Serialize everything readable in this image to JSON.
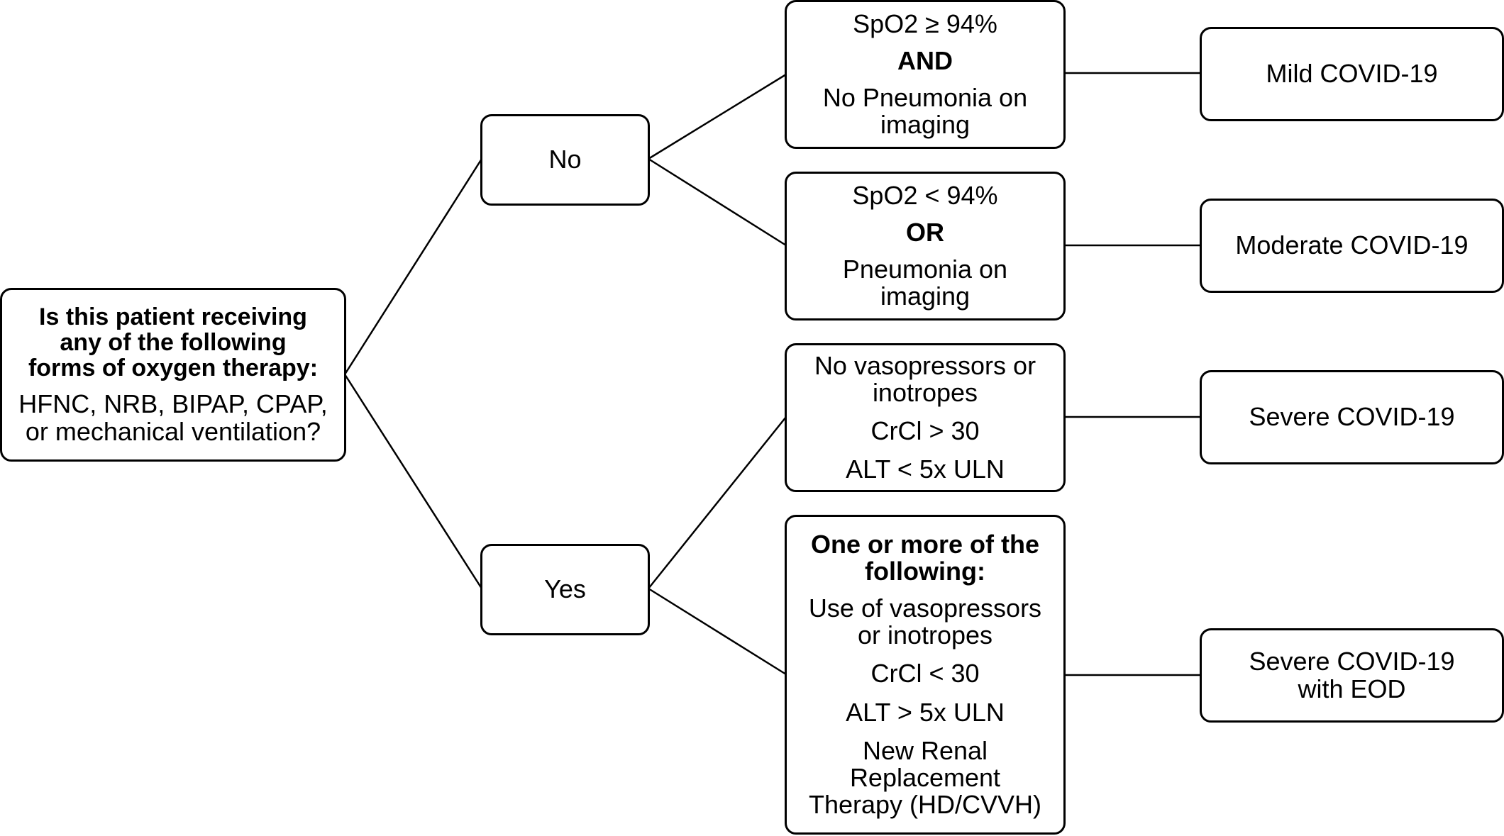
{
  "root": {
    "question": [
      "Is this patient receiving",
      "any of the following",
      "forms of oxygen therapy:"
    ],
    "options": [
      "HFNC, NRB, BIPAP, CPAP,",
      "or mechanical ventilation?"
    ]
  },
  "branch_no": {
    "label": "No"
  },
  "branch_yes": {
    "label": "Yes"
  },
  "criteria_mild": {
    "line1": "SpO2 ≥  94%",
    "connector": "AND",
    "line2": [
      "No Pneumonia on",
      "imaging"
    ]
  },
  "criteria_moderate": {
    "line1": "SpO2 < 94%",
    "connector": "OR",
    "line2": [
      "Pneumonia on",
      "imaging"
    ]
  },
  "criteria_severe": {
    "line1": [
      "No vasopressors or",
      "inotropes"
    ],
    "line2": "CrCl > 30",
    "line3": "ALT < 5x ULN"
  },
  "criteria_eod": {
    "header": [
      "One or more of the",
      "following:"
    ],
    "item1": [
      "Use of vasopressors",
      "or inotropes"
    ],
    "item2": "CrCl < 30",
    "item3": "ALT > 5x ULN",
    "item4": [
      "New Renal",
      "Replacement",
      "Therapy (HD/CVVH)"
    ]
  },
  "outcomes": {
    "mild": [
      "Mild COVID-19"
    ],
    "moderate": [
      "Moderate COVID-19"
    ],
    "severe": [
      "Severe COVID-19"
    ],
    "eod": [
      "Severe COVID-19",
      "with EOD"
    ]
  }
}
